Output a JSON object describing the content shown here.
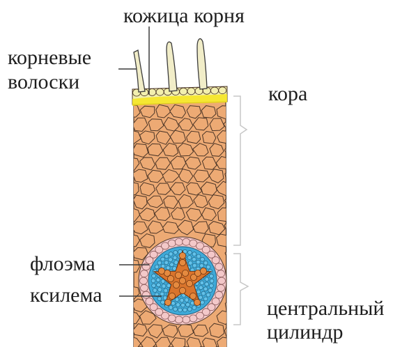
{
  "labels": {
    "epidermis": "кожица корня",
    "root_hairs_line1": "корневые",
    "root_hairs_line2": "волоски",
    "cortex": "кора",
    "phloem": "флоэма",
    "xylem": "ксилема",
    "central_cylinder_line1": "центральный",
    "central_cylinder_line2": "цилиндр"
  },
  "colors": {
    "cortex_fill": "#EDAA74",
    "cortex_lines": "#4a3426",
    "epidermis_band": "#F2EFAE",
    "epidermis_yellow": "#F6E51C",
    "root_hair_fill": "#F1EDC8",
    "pericycle": "#F3C8C9",
    "phloem_blue": "#3EA9D8",
    "xylem_orange": "#D9742C",
    "bracket": "#c7c7c7",
    "text": "#1e1e1e"
  }
}
